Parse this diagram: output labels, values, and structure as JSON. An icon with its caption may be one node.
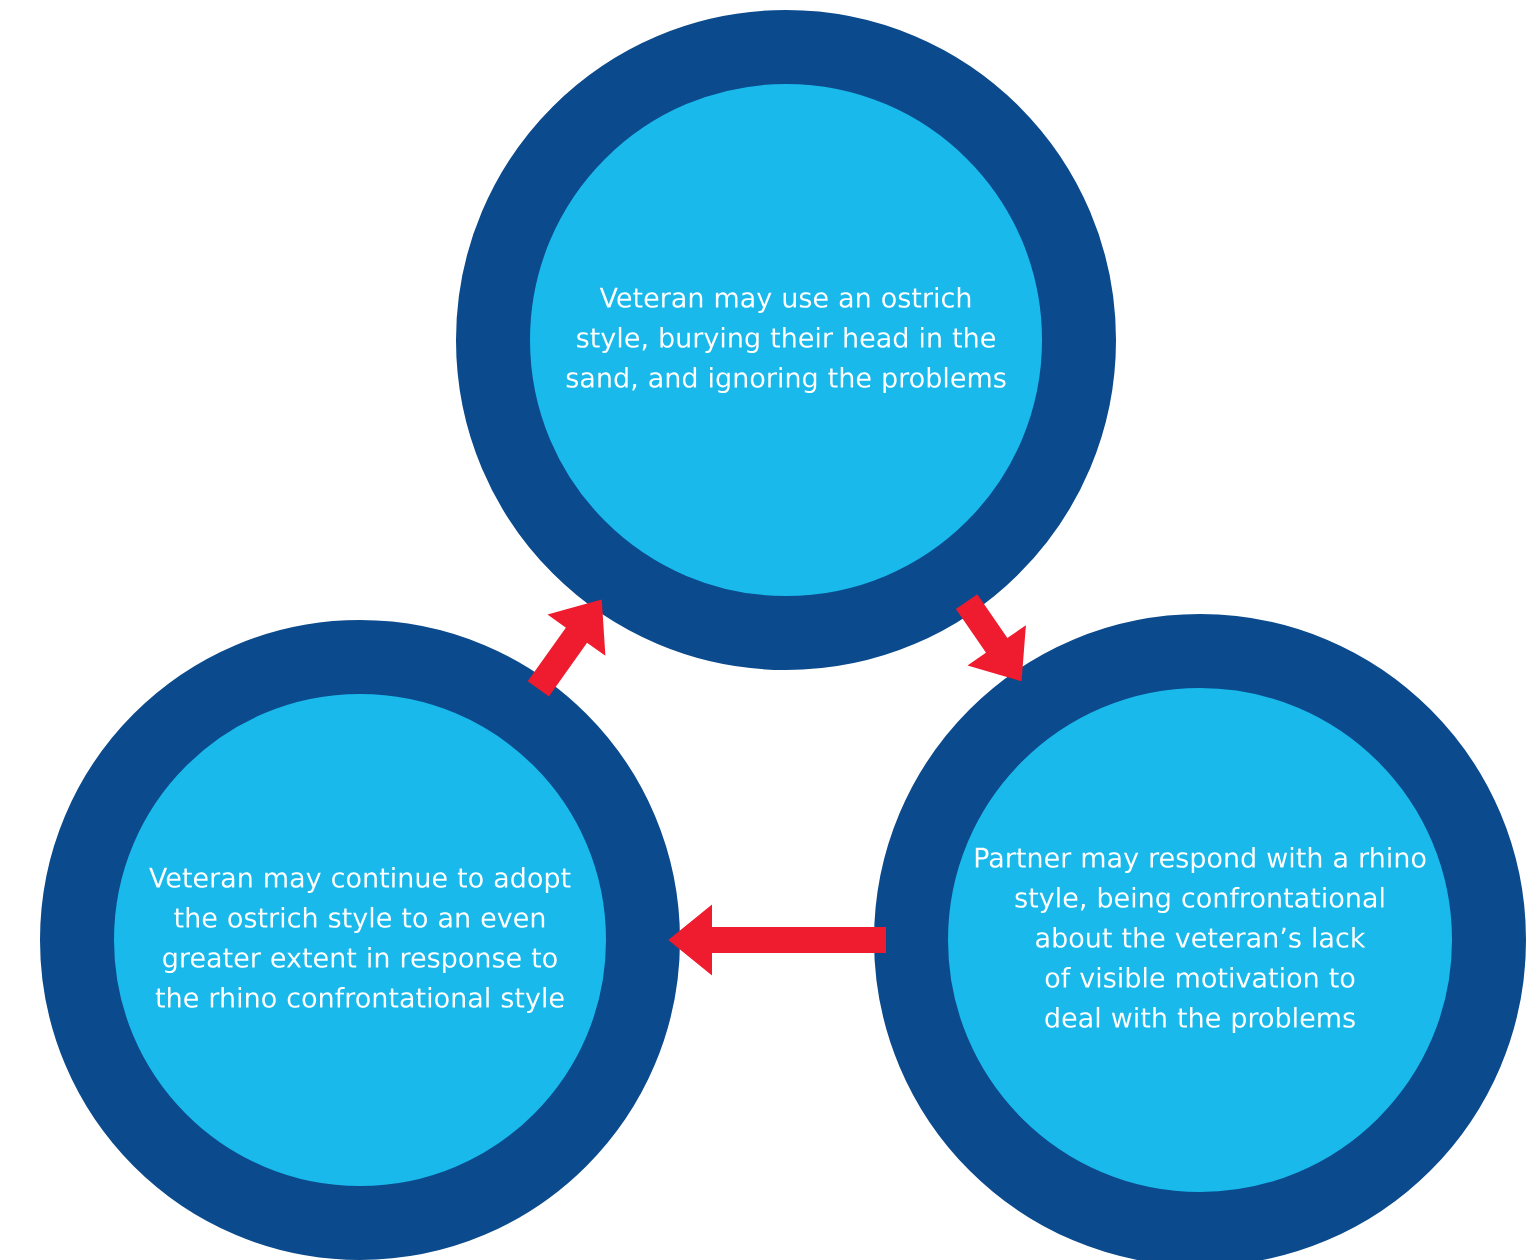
{
  "diagram": {
    "nodes": [
      {
        "text": [
          "Veteran may use an ostrich style, burying their head in the sand, and ignoring the problems"
        ]
      },
      {
        "text": [
          "Veteran may continue to adopt the ostrich style to an even greater extent in response to the rhino confrontational style"
        ]
      },
      {
        "text": [
          "Partner may respond with a rhino style, being confrontational about the veteran’s lack of visible motivation to deal with the problems"
        ]
      }
    ],
    "edges": [
      {
        "from": 0,
        "to": 2,
        "arrow": "to"
      },
      {
        "from": 2,
        "to": 1,
        "arrow": "to"
      },
      {
        "from": 1,
        "to": 0,
        "arrow": "to"
      }
    ]
  }
}
